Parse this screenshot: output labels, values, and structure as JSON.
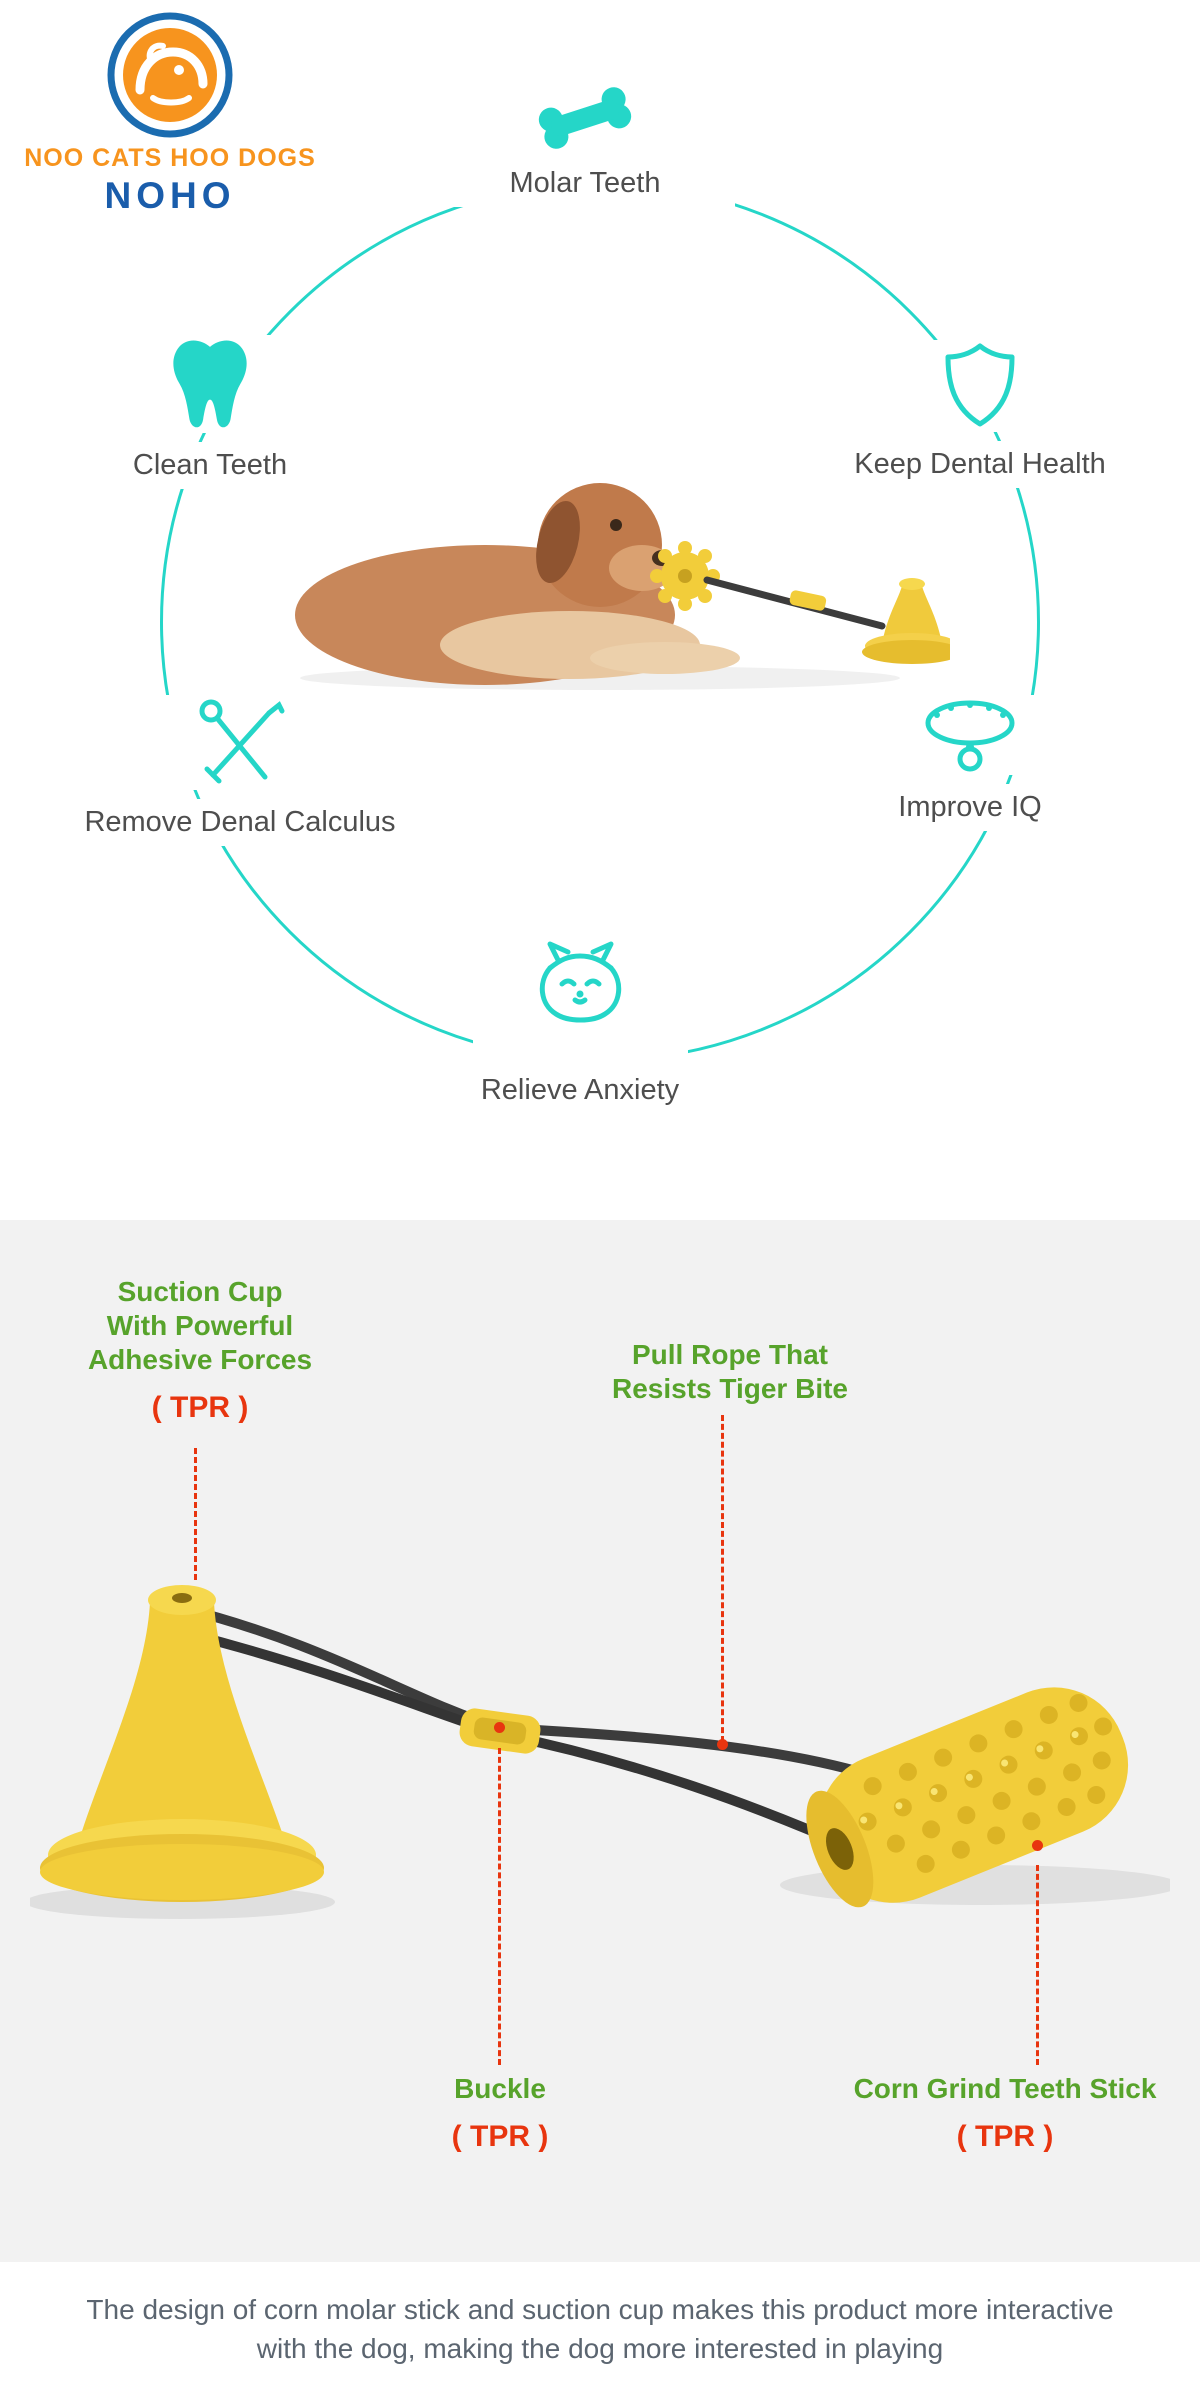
{
  "logo": {
    "tagline": "NOO CATS HOO DOGS",
    "name": "NOHO"
  },
  "features": {
    "molar_teeth": "Molar Teeth",
    "clean_teeth": "Clean Teeth",
    "keep_dental_health": "Keep Dental Health",
    "remove_dental_calculus": "Remove Denal Calculus",
    "improve_iq": "Improve IQ",
    "relieve_anxiety": "Relieve Anxiety"
  },
  "parts": {
    "suction_cup": {
      "line1": "Suction Cup",
      "line2": "With Powerful",
      "line3": "Adhesive Forces",
      "material": "( TPR )"
    },
    "pull_rope": {
      "line1": "Pull Rope That",
      "line2": "Resists Tiger Bite"
    },
    "buckle": {
      "line1": "Buckle",
      "material": "( TPR )"
    },
    "corn_stick": {
      "line1": "Corn Grind Teeth Stick",
      "material": "( TPR )"
    }
  },
  "footer": {
    "text": "The design of corn molar stick and suction cup makes this product more interactive with the dog, making the dog more interested in playing"
  },
  "colors": {
    "teal": "#25d6c8",
    "green": "#57a32b",
    "red": "#e8350f",
    "orange": "#f7941e",
    "blue": "#1a5dab",
    "yellow": "#f2cd3a",
    "gray_background": "#f2f2f2",
    "label_gray": "#4e4e4e"
  }
}
